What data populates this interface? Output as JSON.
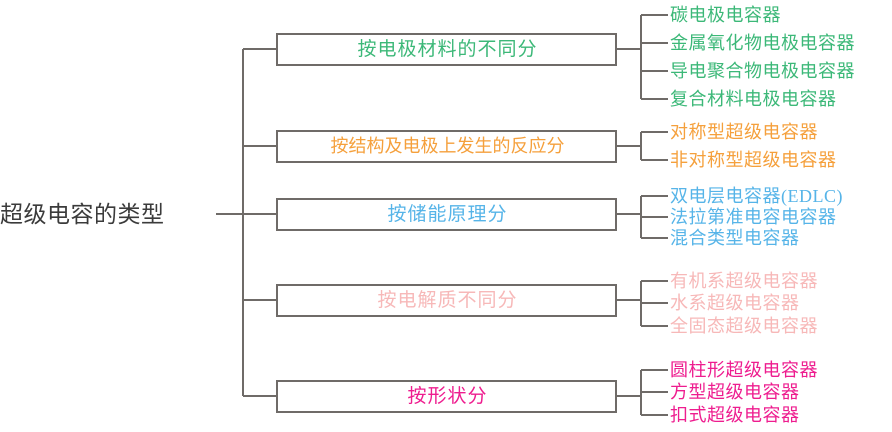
{
  "diagram": {
    "type": "tree-mindmap",
    "root": {
      "label": "超级电容的类型",
      "color": "#3b3b3b"
    },
    "line_color": "#6f6b68",
    "branches": [
      {
        "label": "按电极材料的不同分",
        "color": "#3cb878",
        "leaves": [
          "碳电极电容器",
          "金属氧化物电极电容器",
          "导电聚合物电极电容器",
          "复合材料电极电容器"
        ]
      },
      {
        "label": "按结构及电极上发生的反应分",
        "color": "#f5a03c",
        "leaves": [
          "对称型超级电容器",
          "非对称型超级电容器"
        ]
      },
      {
        "label": "按储能原理分",
        "color": "#56b4e8",
        "leaves": [
          "双电层电容器(EDLC)",
          "法拉第准电容电容器",
          "混合类型电容器"
        ]
      },
      {
        "label": "按电解质不同分",
        "color": "#f7b8b8",
        "leaves": [
          "有机系超级电容器",
          "水系超级电容器",
          "全固态超级电容器"
        ]
      },
      {
        "label": "按形状分",
        "color": "#ee1d8f",
        "leaves": [
          "圆柱形超级电容器",
          "方型超级电容器",
          "扣式超级电容器"
        ]
      }
    ]
  }
}
